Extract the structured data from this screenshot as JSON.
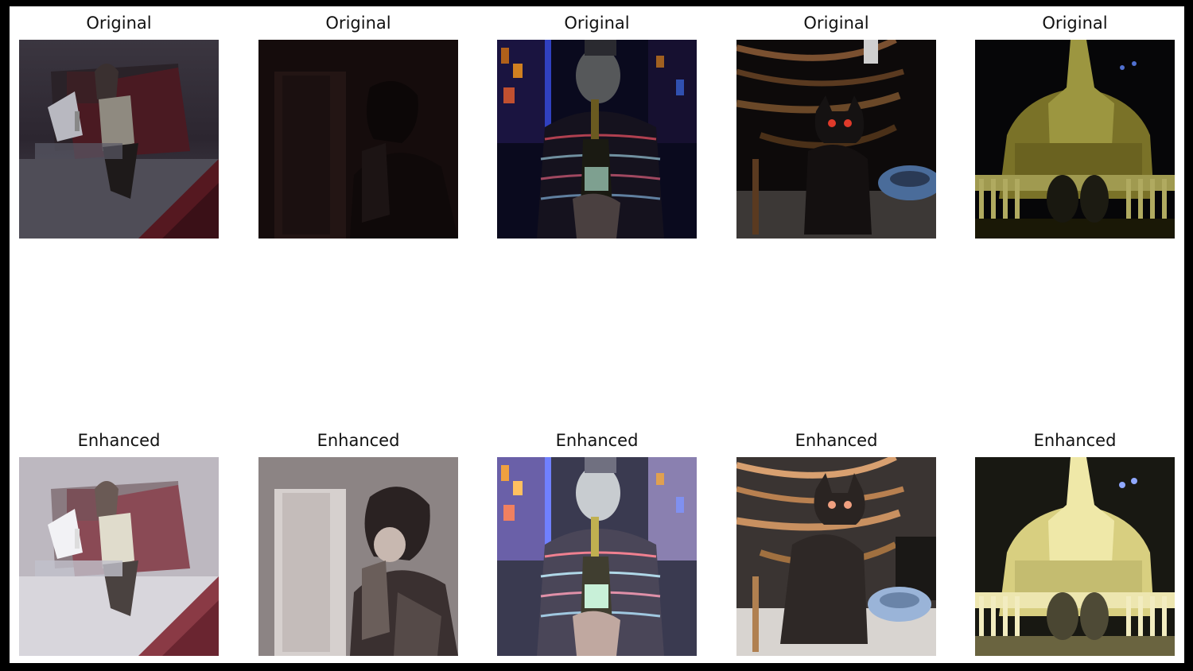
{
  "figure": {
    "rows": [
      {
        "row_name": "original",
        "panels": [
          {
            "title": "Original",
            "scene": "man-laptop",
            "icon": "photo-icon"
          },
          {
            "title": "Original",
            "scene": "dark-person",
            "icon": "photo-icon"
          },
          {
            "title": "Original",
            "scene": "man-bottle",
            "icon": "photo-icon"
          },
          {
            "title": "Original",
            "scene": "cat",
            "icon": "photo-icon"
          },
          {
            "title": "Original",
            "scene": "monument",
            "icon": "photo-icon"
          }
        ]
      },
      {
        "row_name": "enhanced",
        "panels": [
          {
            "title": "Enhanced",
            "scene": "man-laptop",
            "icon": "photo-icon"
          },
          {
            "title": "Enhanced",
            "scene": "dark-person",
            "icon": "photo-icon"
          },
          {
            "title": "Enhanced",
            "scene": "man-bottle",
            "icon": "photo-icon"
          },
          {
            "title": "Enhanced",
            "scene": "cat",
            "icon": "photo-icon"
          },
          {
            "title": "Enhanced",
            "scene": "monument",
            "icon": "photo-icon"
          }
        ]
      }
    ]
  },
  "colors": {
    "frame": "#000000",
    "background": "#ffffff",
    "title_text": "#111111"
  }
}
